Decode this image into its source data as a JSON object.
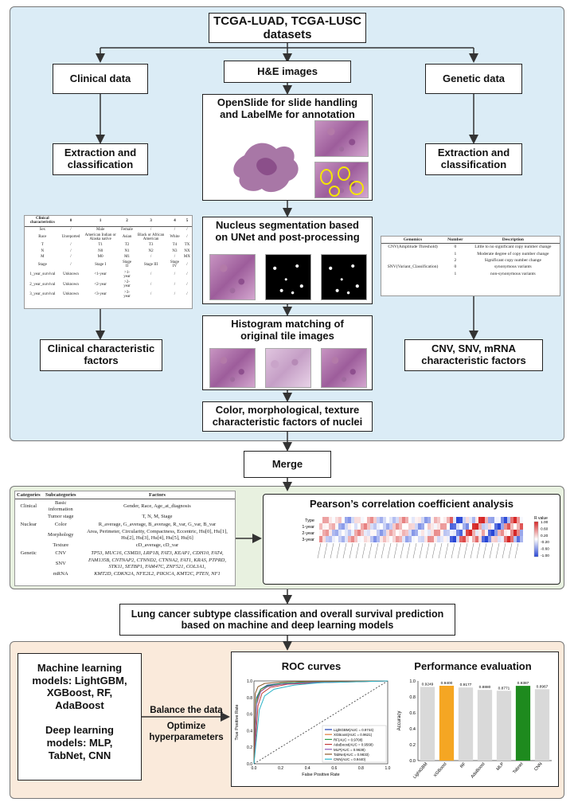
{
  "top_title": "TCGA-LUAD, TCGA-LUSC\ndatasets",
  "clinical_data": "Clinical data",
  "he_images": "H&E images",
  "genetic_data": "Genetic data",
  "extraction_left": "Extraction and\nclassification",
  "extraction_right": "Extraction and\nclassification",
  "openslide": "OpenSlide for slide handling\nand LabelMe for annotation",
  "nucleus_seg": "Nucleus segmentation based\non UNet and post-processing",
  "histogram": "Histogram matching of\noriginal tile images",
  "clinical_factors": "Clinical characteristic\nfactors",
  "genetic_factors": "CNV, SNV, mRNA\ncharacteristic factors",
  "nuclei_factors": "Color, morphological, texture\ncharacteristic factors of nuclei",
  "merge": "Merge",
  "pearson_title": "Pearson’s correlation coefficient analysis",
  "heatmap_rows": [
    "Type",
    "1-year",
    "2-year",
    "3-year"
  ],
  "heatmap_legend_title": "R value",
  "heatmap_legend_ticks": [
    "1.00",
    "0.60",
    "0.20",
    "-0.20",
    "-0.60",
    "-1.00"
  ],
  "lung_cancer": "Lung cancer subtype classification and overall survival prediction\nbased on machine and deep learning models",
  "ml_models": "Machine learning\nmodels: LightGBM,\nXGBoost, RF,\nAdaBoost",
  "dl_models": "Deep learning\nmodels: MLP,\nTabNet, CNN",
  "balance": "Balance the data",
  "optimize": "Optimize\nhyperparameters",
  "roc_title": "ROC curves",
  "perf_title": "Performance evaluation",
  "clinical_table": {
    "headers": [
      "Clinical characteristics",
      "0",
      "1",
      "2",
      "3",
      "4",
      "5"
    ],
    "rows": [
      [
        "Sex",
        "/",
        "Male",
        "Female",
        "/",
        "/",
        "/"
      ],
      [
        "Race",
        "Unreported",
        "American Indian or Alaska native",
        "Asian",
        "Black or African American",
        "White",
        "/"
      ],
      [
        "T",
        "/",
        "T1",
        "T2",
        "T3",
        "T4",
        "TX"
      ],
      [
        "N",
        "/",
        "N0",
        "N1",
        "N2",
        "N3",
        "NX"
      ],
      [
        "M",
        "/",
        "M0",
        "M1",
        "/",
        "/",
        "MX"
      ],
      [
        "Stage",
        "/",
        "Stage I",
        "Stage II",
        "Stage III",
        "Stage IV",
        "/"
      ],
      [
        "1_year_survival",
        "Unknown",
        "<1-year",
        ">1-year",
        "/",
        "/",
        "/"
      ],
      [
        "2_year_survival",
        "Unknown",
        "<2-year",
        ">2-year",
        "/",
        "/",
        "/"
      ],
      [
        "3_year_survival",
        "Unknown",
        "<3-year",
        ">3-year",
        "/",
        "/",
        "/"
      ]
    ]
  },
  "genetic_table": {
    "headers": [
      "Genomics",
      "Number",
      "Description"
    ],
    "rows": [
      [
        "CNV(Amplitude Threshold)",
        "0",
        "Little to no significant copy number change"
      ],
      [
        "",
        "1",
        "Moderate degree of copy number change"
      ],
      [
        "",
        "2",
        "Significant copy number change"
      ],
      [
        "SNV(Variant_Classification)",
        "0",
        "synonymous variants"
      ],
      [
        "",
        "1",
        "non-synonymous variants"
      ]
    ]
  },
  "factors_table": {
    "headers": [
      "Categories",
      "Subcategories",
      "Factors"
    ],
    "rows": [
      [
        "Clinical",
        "Basic information",
        "Gender, Race, Age_at_diagnosis"
      ],
      [
        "",
        "Tumor stage",
        "T, N, M, Stage"
      ],
      [
        "Nuclear",
        "Color",
        "R_average, G_average, B_average, R_var, G_var, B_var"
      ],
      [
        "",
        "Morphology",
        "Area, Perimeter, Circularity, Compactness, Eccentric, Hu[0], Hu[1], Hu[2], Hu[3], Hu[4], Hu[5], Hu[6]"
      ],
      [
        "",
        "Texture",
        "cD_average, cD_var"
      ],
      [
        "Genetic",
        "CNV",
        "TP53, MUC16, CSMD3, LRP1B, FAT3, KEAP1, CDH10, FAT4,"
      ],
      [
        "",
        "SNV",
        "FAM135B, CNTNAP2, CTNND2, CTNNA2, FAT1, KRAS, PTPRD, STK11, SETBP1, FAM47C, ZNF521, COL3A1,"
      ],
      [
        "",
        "mRNA",
        "KMT2D, CDKN2A, NFE2L2, PIK3CA, KMT2C, PTEN, NF1"
      ]
    ]
  },
  "chart_data": [
    {
      "type": "line",
      "title": "ROC curves",
      "xlabel": "False Positive Rate",
      "ylabel": "True Positive Rate",
      "xlim": [
        0,
        1
      ],
      "ylim": [
        0,
        1
      ],
      "x_ticks": [
        "0.0",
        "0.2",
        "0.4",
        "0.6",
        "0.8",
        "1.0"
      ],
      "y_ticks": [
        "0.0",
        "0.2",
        "0.4",
        "0.6",
        "0.8",
        "1.0"
      ],
      "series": [
        {
          "name": "LightGBM(AUC = 0.9744)",
          "color": "#1f3fb0",
          "x": [
            0,
            0.02,
            0.05,
            0.1,
            0.2,
            0.4,
            1
          ],
          "y": [
            0,
            0.8,
            0.9,
            0.95,
            0.97,
            0.99,
            1
          ]
        },
        {
          "name": "XGBoost(AUC = 0.9621)",
          "color": "#e07b39",
          "x": [
            0,
            0.02,
            0.05,
            0.1,
            0.2,
            0.4,
            1
          ],
          "y": [
            0,
            0.75,
            0.88,
            0.93,
            0.96,
            0.98,
            1
          ]
        },
        {
          "name": "RF(AUC = 0.9708)",
          "color": "#2e9e4d",
          "x": [
            0,
            0.02,
            0.05,
            0.1,
            0.2,
            0.4,
            1
          ],
          "y": [
            0,
            0.78,
            0.9,
            0.94,
            0.97,
            0.99,
            1
          ]
        },
        {
          "name": "AdaBoost(AUC = 0.9568)",
          "color": "#c23b3b",
          "x": [
            0,
            0.03,
            0.06,
            0.12,
            0.25,
            0.5,
            1
          ],
          "y": [
            0,
            0.7,
            0.85,
            0.92,
            0.96,
            0.98,
            1
          ]
        },
        {
          "name": "MLP(AUC = 0.9638)",
          "color": "#8a5bb8",
          "x": [
            0,
            0.02,
            0.05,
            0.1,
            0.2,
            0.4,
            1
          ],
          "y": [
            0,
            0.72,
            0.87,
            0.93,
            0.96,
            0.98,
            1
          ]
        },
        {
          "name": "TabNet(AUC = 0.9833)",
          "color": "#8b5a2b",
          "x": [
            0,
            0.01,
            0.03,
            0.08,
            0.15,
            0.3,
            1
          ],
          "y": [
            0,
            0.85,
            0.93,
            0.97,
            0.98,
            0.995,
            1
          ]
        },
        {
          "name": "CNN(AUC = 0.9440)",
          "color": "#2bb5c9",
          "x": [
            0,
            0.04,
            0.08,
            0.15,
            0.3,
            0.5,
            1
          ],
          "y": [
            0,
            0.65,
            0.82,
            0.9,
            0.95,
            0.98,
            1
          ]
        }
      ]
    },
    {
      "type": "bar",
      "title": "Performance evaluation",
      "ylabel": "Accuracy",
      "ylim": [
        0,
        1.0
      ],
      "y_ticks": [
        "0.0",
        "0.2",
        "0.4",
        "0.6",
        "0.8",
        "1.0"
      ],
      "categories": [
        "LightGBM",
        "XGBoost",
        "RF",
        "AdaBoost",
        "MLP",
        "Tabnet",
        "CNN"
      ],
      "values": [
        0.9249,
        0.94,
        0.9177,
        0.888,
        0.8771,
        0.9387,
        0.8967
      ],
      "labels": [
        "0.9249",
        "0.9400",
        "0.9177",
        "0.8880",
        "0.8771",
        "0.9387",
        "0.8967"
      ],
      "colors": [
        "#d9d9d9",
        "#f5a623",
        "#d9d9d9",
        "#d9d9d9",
        "#d9d9d9",
        "#1e8a1e",
        "#d9d9d9"
      ]
    }
  ]
}
